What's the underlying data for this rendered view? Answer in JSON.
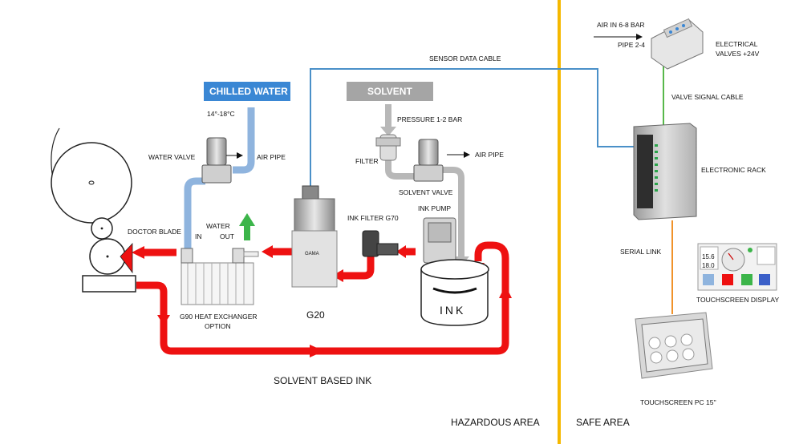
{
  "labels": {
    "chilled_water": "CHILLED WATER",
    "temp_range": "14°-18°C",
    "water_valve": "WATER VALVE",
    "air_pipe_1": "AIR PIPE",
    "solvent": "SOLVENT",
    "pressure": "PRESSURE 1-2 BAR",
    "filter": "FILTER",
    "air_pipe_2": "AIR PIPE",
    "solvent_valve": "SOLVENT VALVE",
    "ink_filter": "INK FILTER G70",
    "ink_pump": "INK PUMP",
    "doctor_blade": "DOCTOR BLADE",
    "water": "WATER",
    "in": "IN",
    "out": "OUT",
    "heat_exchanger_1": "G90 HEAT EXCHANGER",
    "heat_exchanger_2": "OPTION",
    "g20": "G20",
    "ink": "INK",
    "gama": "GAMA",
    "solvent_based_ink": "SOLVENT BASED INK",
    "sensor_cable": "SENSOR DATA CABLE",
    "air_in": "AIR IN 6-8 BAR",
    "pipe": "PIPE 2-4",
    "electrical_valves_1": "ELECTRICAL",
    "electrical_valves_2": "VALVES +24V",
    "valve_signal": "VALVE SIGNAL CABLE",
    "electronic_rack": "ELECTRONIC RACK",
    "serial_link": "SERIAL LINK",
    "touchscreen_display": "TOUCHSCREEN DISPLAY",
    "touchscreen_pc": "TOUCHSCREEN PC 15''",
    "hazardous_area": "HAZARDOUS AREA",
    "safe_area": "SAFE AREA",
    "display_val1": "15.6",
    "display_val2": "18.0"
  },
  "colors": {
    "ink_flow": "#ee1111",
    "water_pipe": "#8fb4de",
    "solvent_pipe": "#b8b8b8",
    "sensor_cable": "#4a90c8",
    "signal_cable": "#58b84a",
    "serial_cable": "#f0922a",
    "area_divider": "#f5b800",
    "chilled_pill": "#3a87d4",
    "solvent_pill": "#a5a5a5"
  }
}
